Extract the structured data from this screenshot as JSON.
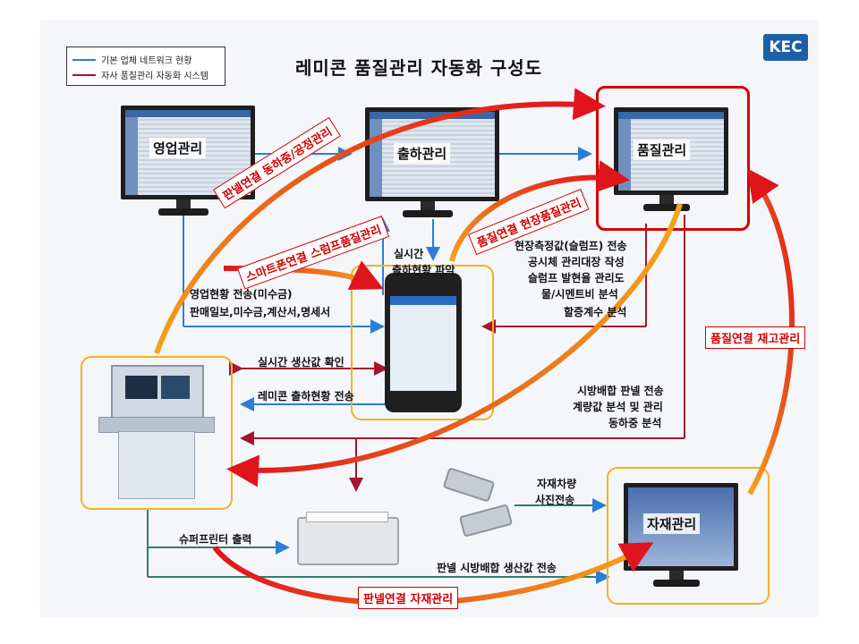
{
  "title": "레미콘 품질관리 자동화 구성도",
  "logo": "KEC",
  "legend": [
    {
      "label": "기본 업체 네트워크 현황",
      "color": "#2a7fd4"
    },
    {
      "label": "자사 품질관리 자동화 시스템",
      "color": "#a3162b"
    }
  ],
  "nodes": {
    "sales": "영업관리",
    "shipping": "출하관리",
    "quality": "품질관리",
    "materials": "자재관리"
  },
  "red_labels": {
    "panel_batch": "판넬연결 동하중/공정관리",
    "quality_field": "품질연결 현장품질관리",
    "smartphone": "스마트폰연결 스럼프품질관리",
    "quality_inventory": "품질연결 재고관리",
    "panel_materials": "판넬연결 자재관리"
  },
  "texts": {
    "realtime_ship_1": "실시간",
    "realtime_ship_2": "출하현황 파악",
    "sales_send_1": "영업현황 전송(미수금)",
    "sales_send_2": "판매일보,미수금,계산서,명세서",
    "quality_list": [
      "현장측정값(슬럼프) 전송",
      "공시체 관리대장 작성",
      "슬럼프 발현율 관리도",
      "물/시멘트비 분석",
      "할증계수 분석"
    ],
    "realtime_prod": "실시간 생산값 확인",
    "remicon_ship": "레미콘 출하현황 전송",
    "spec_list": [
      "시방배합 판넬 전송",
      "계량값 분석 및 관리",
      "동하중 분석"
    ],
    "printer_out": "슈퍼프린터 출력",
    "vehicle_1": "자재차량",
    "vehicle_2": "사진전송",
    "panel_spec": "판넬 시방배합 생산값 전송"
  },
  "colors": {
    "blue": "#2a7fd4",
    "darkred": "#a3162b",
    "red": "#e0141b",
    "orange": "#f3a51c",
    "yellow": "#f0b41e"
  }
}
